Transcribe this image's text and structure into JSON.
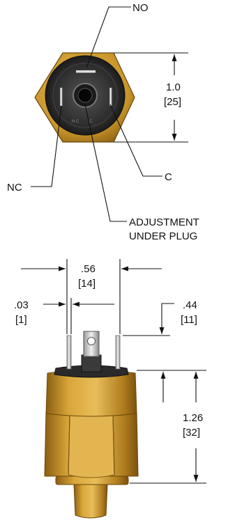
{
  "drawing": {
    "top_view": {
      "callouts": {
        "no": "NO",
        "nc": "NC",
        "c": "C",
        "adjustment_line1": "ADJUSTMENT",
        "adjustment_line2": "UNDER PLUG"
      },
      "height_dim": {
        "inch": "1.0",
        "mm": "[25]"
      }
    },
    "side_view": {
      "width_dim": {
        "inch": ".56",
        "mm": "[14]"
      },
      "terminal_thickness_dim": {
        "inch": ".03",
        "mm": "[1]"
      },
      "terminal_height_dim": {
        "inch": ".44",
        "mm": "[11]"
      },
      "body_height_dim": {
        "inch": "1.26",
        "mm": "[32]"
      }
    }
  },
  "colors": {
    "brass_light": "#e0b24a",
    "brass": "#c8952a",
    "brass_dark": "#8a5e12",
    "seal_dark": "#222222",
    "terminal_silver": "#c9c9c9"
  }
}
